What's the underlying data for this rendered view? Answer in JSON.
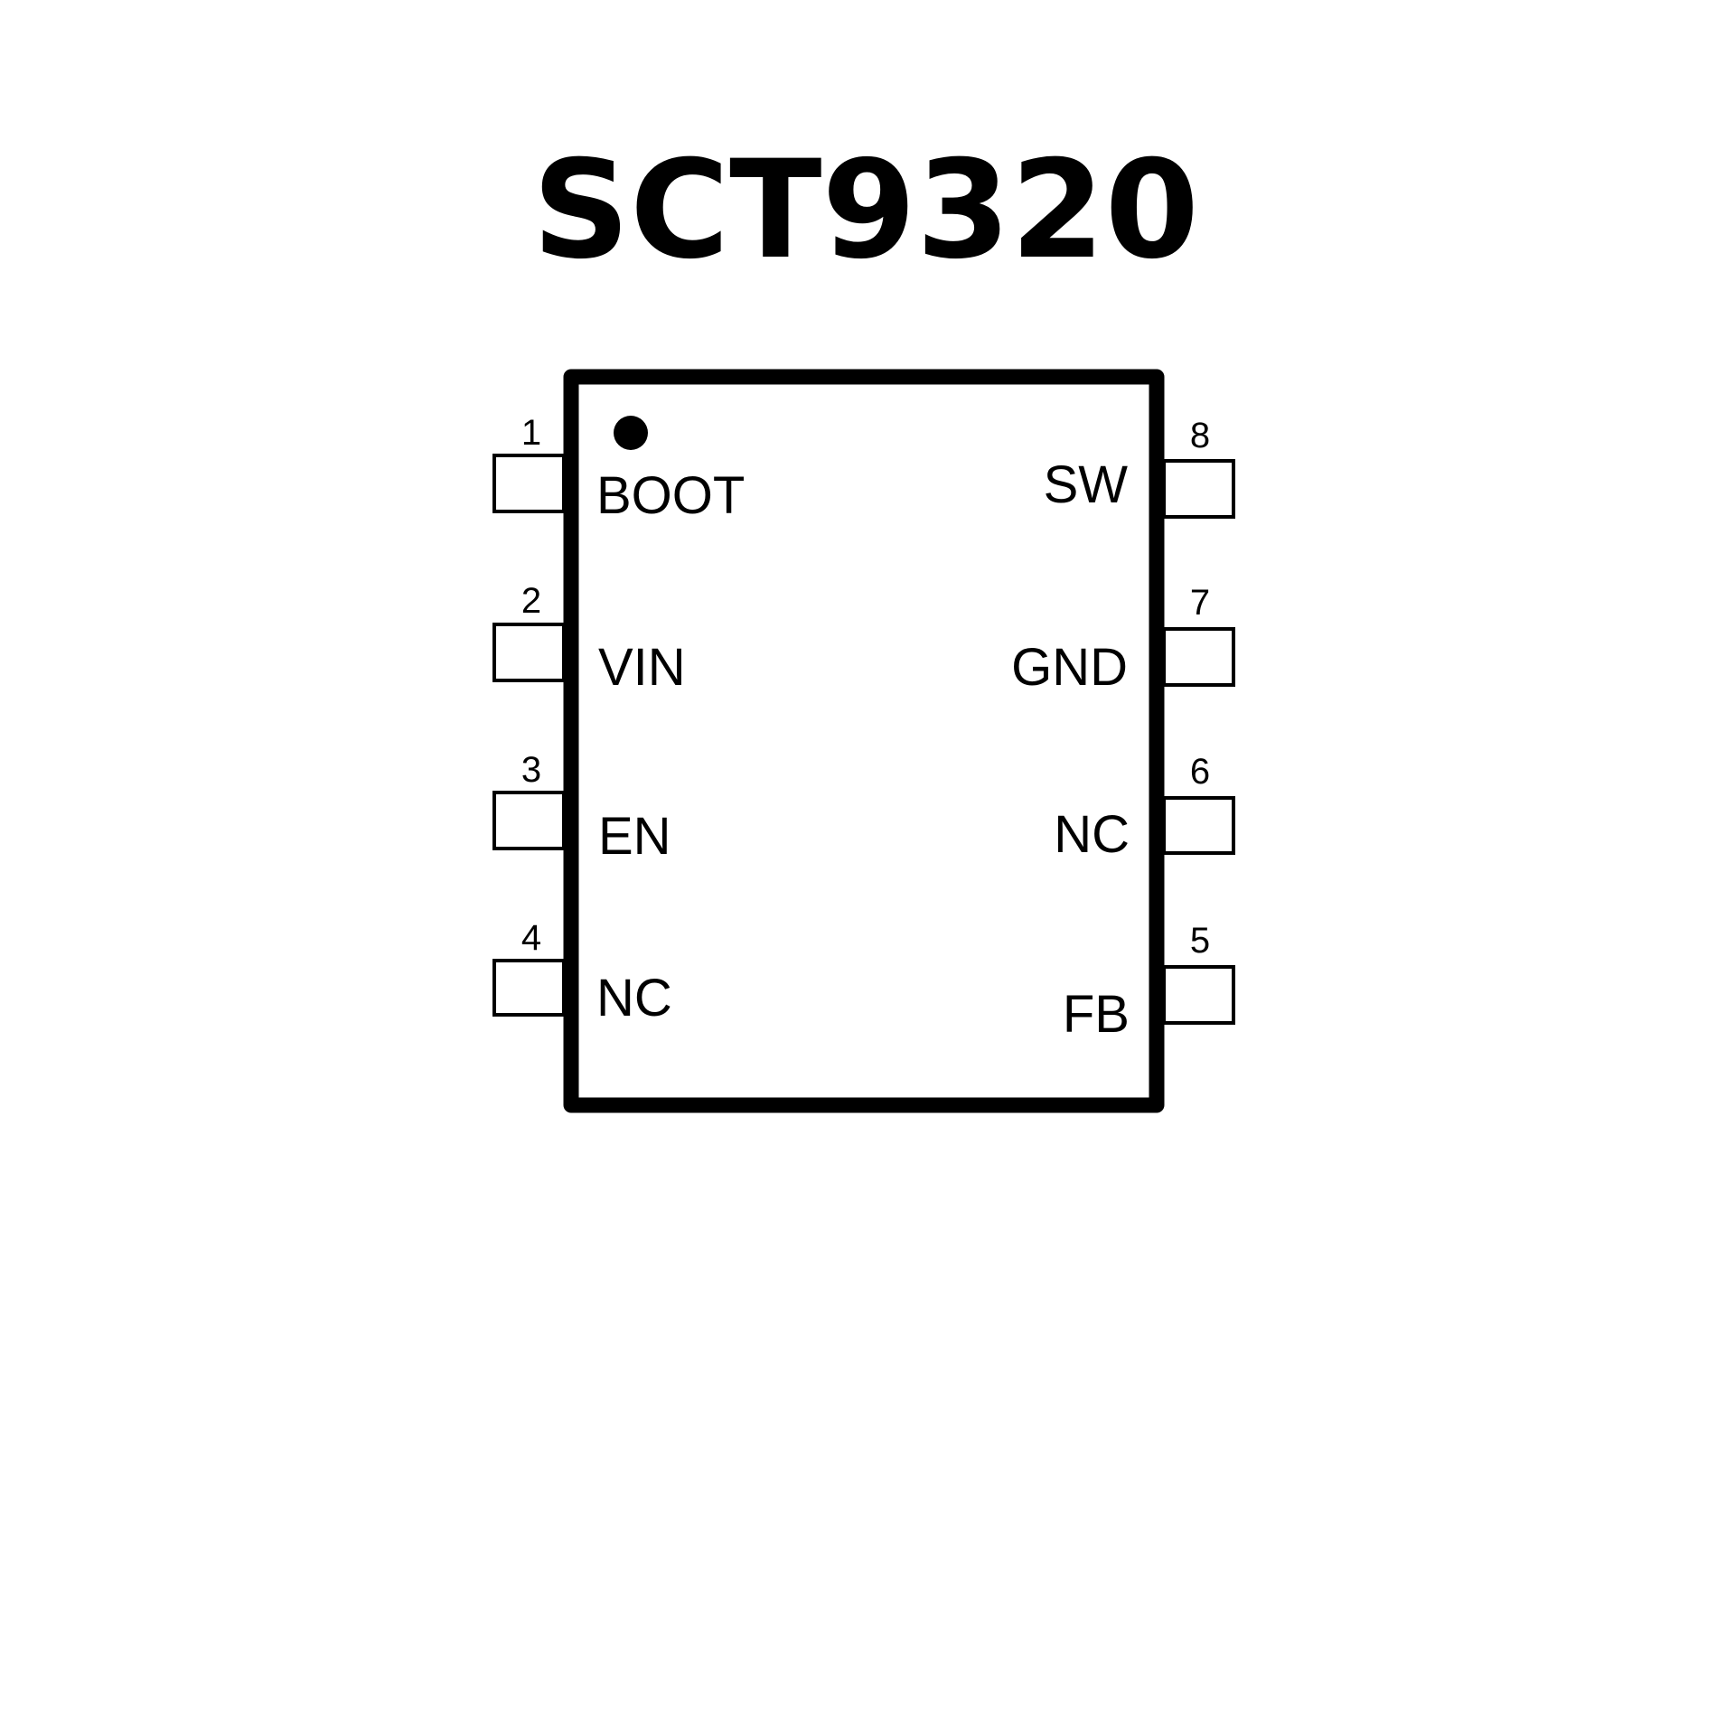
{
  "title": "SCT9320",
  "colors": {
    "stroke": "#000000",
    "background": "#ffffff"
  },
  "pins": [
    {
      "number": "1",
      "name": "BOOT"
    },
    {
      "number": "2",
      "name": "VIN"
    },
    {
      "number": "3",
      "name": "EN"
    },
    {
      "number": "4",
      "name": "NC"
    },
    {
      "number": "5",
      "name": "FB"
    },
    {
      "number": "6",
      "name": "NC"
    },
    {
      "number": "7",
      "name": "GND"
    },
    {
      "number": "8",
      "name": "SW"
    }
  ]
}
